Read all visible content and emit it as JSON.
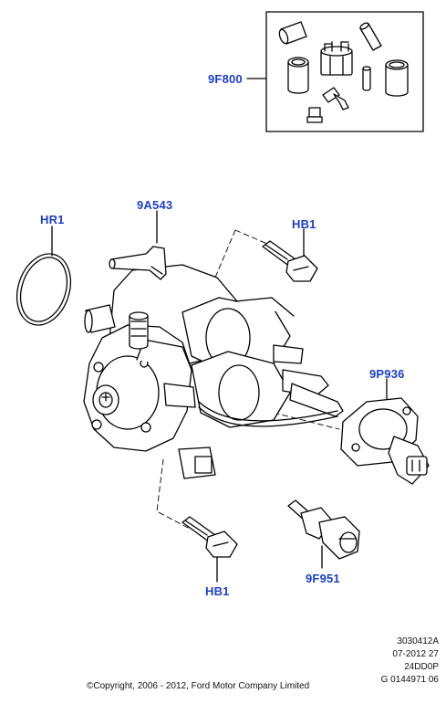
{
  "callouts": {
    "kit": "9F800",
    "seal": "HR1",
    "pipe": "9A543",
    "bolt_top": "HB1",
    "valve": "9P936",
    "bolt_bottom": "HB1",
    "sensor": "9F951"
  },
  "footer": {
    "ref_code": "3030412A",
    "date_code": "07-2012 27",
    "model_code": "24DD0P",
    "g_code": "G 0144971 06",
    "copyright": "©Copyright, 2006 - 2012, Ford Motor Company Limited"
  },
  "colors": {
    "callout": "#1d3fbf",
    "line": "#000000"
  }
}
